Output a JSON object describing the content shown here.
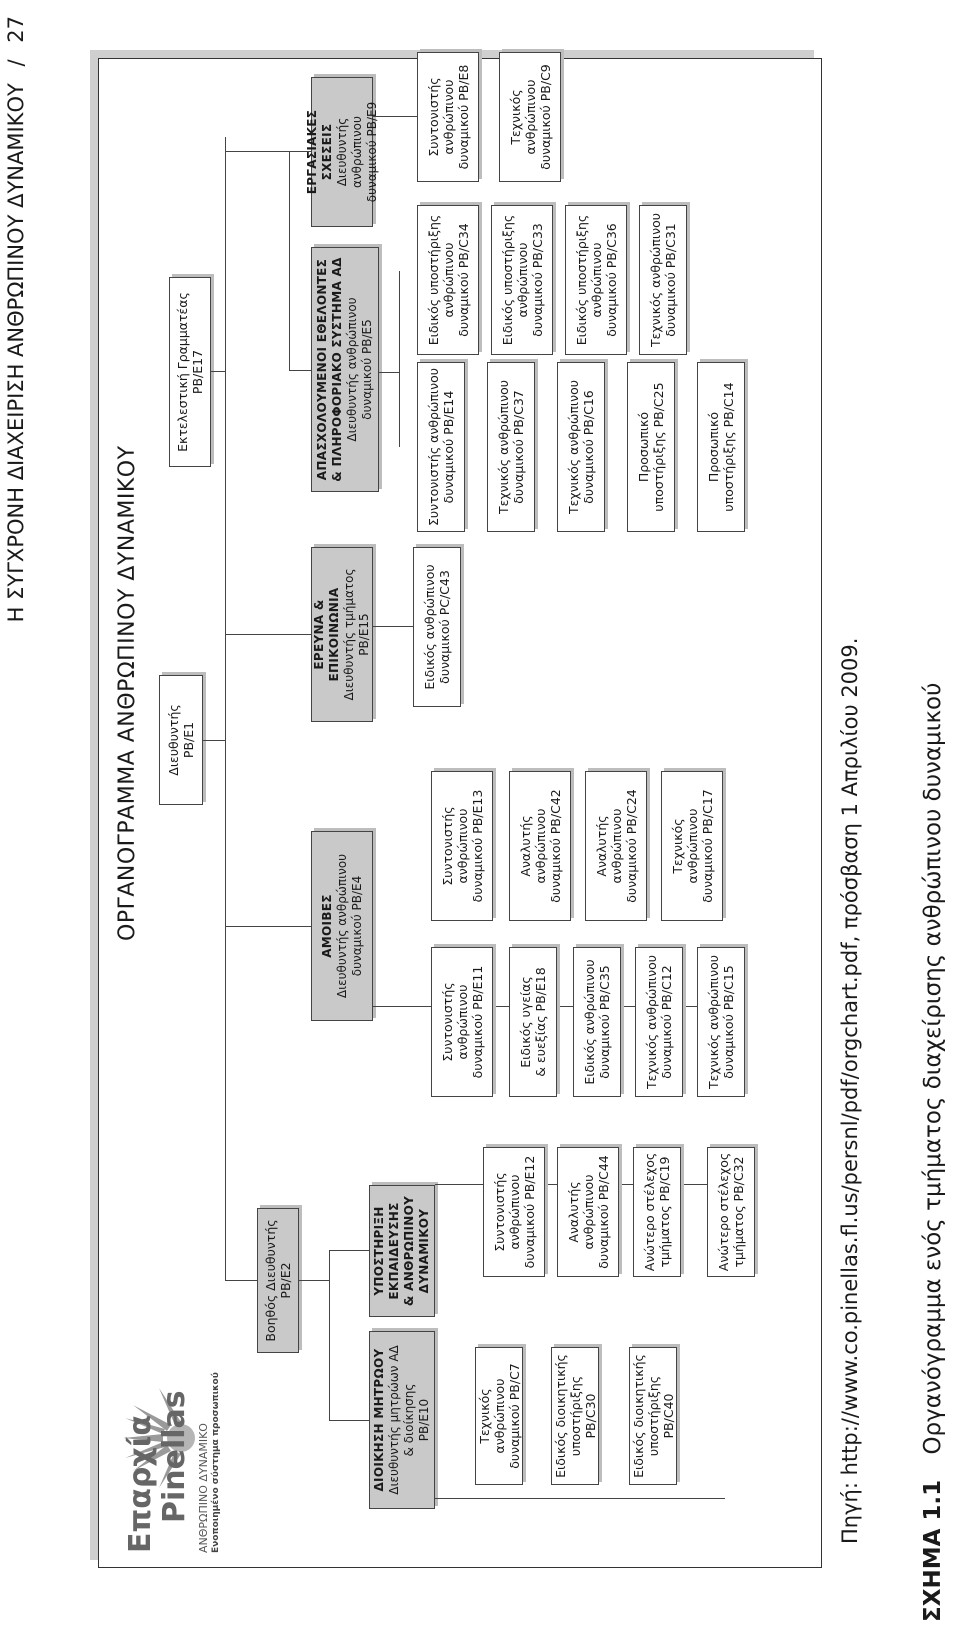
{
  "header": {
    "running_title": "Η ΣΥΓΧΡΟΝΗ ΔΙΑΧΕΙΡΙΣΗ ΑΝΘΡΩΠΙΝΟΥ ΔΥΝΑΜΙΚΟΥ",
    "separator": "/",
    "page_number": "27"
  },
  "figure": {
    "label": "ΣΧΗΜΑ 1.1",
    "caption": "Οργανόγραμμα ενός τμήματος διαχείρισης ανθρώπινου δυναμικού"
  },
  "logo": {
    "line1": "Επαρχία",
    "line2": "Pinellas",
    "line3": "ΑΝΘΡΩΠΙΝΟ ΔΥΝΑΜΙΚΟ",
    "line4": "Ενοποιημένο σύστημα προσωπικού"
  },
  "chart_title": "ΟΡΓΑΝΟΓΡΑΜΜΑ ΑΝΘΡΩΠΙΝΟΥ ΔΥΝΑΜΙΚΟΥ",
  "nodes": {
    "director": [
      "Διευθυντής",
      "PB/E1"
    ],
    "assistant": [
      "Βοηθός Διευθυντής",
      "PB/E2"
    ],
    "exec_secretary": [
      "Εκτελεστική Γραμματέας",
      "PB/E17"
    ],
    "records": {
      "title": "ΔΙΟΙΚΗΣΗ ΜΗΤΡΩΟΥ",
      "sub": [
        "Διευθυντής μητρώων ΑΔ",
        "& διοίκησης",
        "PB/E10"
      ]
    },
    "training": {
      "title": [
        "ΥΠΟΣΤΗΡΙΞΗ",
        "ΕΚΠΑΙΔΕΥΣΗΣ",
        "& ΑΝΘΡΩΠΙΝΟΥ",
        "ΔΥΝΑΜΙΚΟΥ"
      ]
    },
    "benefits": {
      "title": "ΑΜΟΙΒΕΣ",
      "sub": [
        "Διευθυντής ανθρώπινου",
        "δυναμικού PB/E4"
      ]
    },
    "research": {
      "title": "ΕΡΕΥΝΑ & ΕΠΙΚΟΙΝΩΝΙΑ",
      "sub": [
        "Διευθυντής τμήματος",
        "PB/E15"
      ]
    },
    "volunteers": {
      "title": [
        "ΑΠΑΣΧΟΛΟΥΜΕΝΟΙ ΕΘΕΛΟΝΤΕΣ",
        "& ΠΛΗΡΟΦΟΡΙΑΚΟ ΣΥΣΤΗΜΑ ΑΔ"
      ],
      "sub": [
        "Διευθυντής ανθρώπινου",
        "δυναμικού  PB/E5"
      ]
    },
    "labor": {
      "title": "ΕΡΓΑΣΙΑΚΕΣ ΣΧΕΣΕΙΣ",
      "sub": [
        "Διευθυντής ανθρώπινου",
        "δυναμικού PB/E9"
      ]
    },
    "records_children": [
      [
        "Τεχνικός ανθρώπινου",
        "δυναμικού PB/C7"
      ],
      [
        "Ειδικός διοικητικής",
        "υποστήριξης PB/C30"
      ],
      [
        "Ειδικός διοικητικής",
        "υποστήριξης PB/C40"
      ]
    ],
    "training_children": [
      [
        "Συντονιστής",
        "ανθρώπινου",
        "δυναμικού PB/E12"
      ],
      [
        "Αναλυτής",
        "ανθρώπινου",
        "δυναμικού PB/C44"
      ],
      [
        "Ανώτερο στέλεχος",
        "τμήματος PB/C19"
      ],
      [
        "Ανώτερο στέλεχος",
        "τμήματος PB/C32"
      ]
    ],
    "benefits_left": [
      [
        "Συντονιστής",
        "ανθρώπινου",
        "δυναμικού PB/E11"
      ],
      [
        "Ειδικός υγείας",
        "& ευεξίας PB/E18"
      ],
      [
        "Ειδικός ανθρώπινου",
        "δυναμικού PB/C35"
      ],
      [
        "Τεχνικός ανθρώπινου",
        "δυναμικού PB/C12"
      ],
      [
        "Τεχνικός ανθρώπινου",
        "δυναμικού PB/C15"
      ]
    ],
    "benefits_right": [
      [
        "Συντονιστής",
        "ανθρώπινου",
        "δυναμικού PB/E13"
      ],
      [
        "Αναλυτής",
        "ανθρώπινου",
        "δυναμικού PB/C42"
      ],
      [
        "Αναλυτής",
        "ανθρώπινου",
        "δυναμικού PB/C24"
      ],
      [
        "Τεχνικός",
        "ανθρώπινου",
        "δυναμικού PB/C17"
      ]
    ],
    "research_children": [
      [
        "Ειδικός ανθρώπινου",
        "δυναμικού PC/C43"
      ]
    ],
    "volunteers_left": [
      [
        "Συντονιστής ανθρώπινου",
        "δυναμικού PB/E14"
      ],
      [
        "Τεχνικός ανθρώπινου",
        "δυναμικού PB/C37"
      ],
      [
        "Τεχνικός ανθρώπινου",
        "δυναμικού PB/C16"
      ],
      [
        "Προσωπικό",
        "υποστήριξης PB/C25"
      ],
      [
        "Προσωπικό",
        "υποστήριξης PB/C14"
      ]
    ],
    "volunteers_right": [
      [
        "Ειδικός υποστήριξης",
        "ανθρώπινου",
        "δυναμικού PB/C34"
      ],
      [
        "Ειδικός υποστήριξης",
        "ανθρώπινου",
        "δυναμικού PB/C33"
      ],
      [
        "Ειδικός υποστήριξης",
        "ανθρώπινου",
        "δυναμικού PB/C36"
      ],
      [
        "Τεχνικός ανθρώπινου",
        "δυναμικού  PB/C31"
      ]
    ],
    "labor_children": [
      [
        "Συντονιστής",
        "ανθρώπινου",
        "δυναμικού PB/E8"
      ],
      [
        "Τεχνικός",
        "ανθρώπινου",
        "δυναμικού PB/C9"
      ]
    ]
  },
  "source": "Πηγή: http://www.co.pinellas.fl.us/persnl/pdf/orgchart.pdf, πρόσβαση 1 Απριλίου 2009."
}
